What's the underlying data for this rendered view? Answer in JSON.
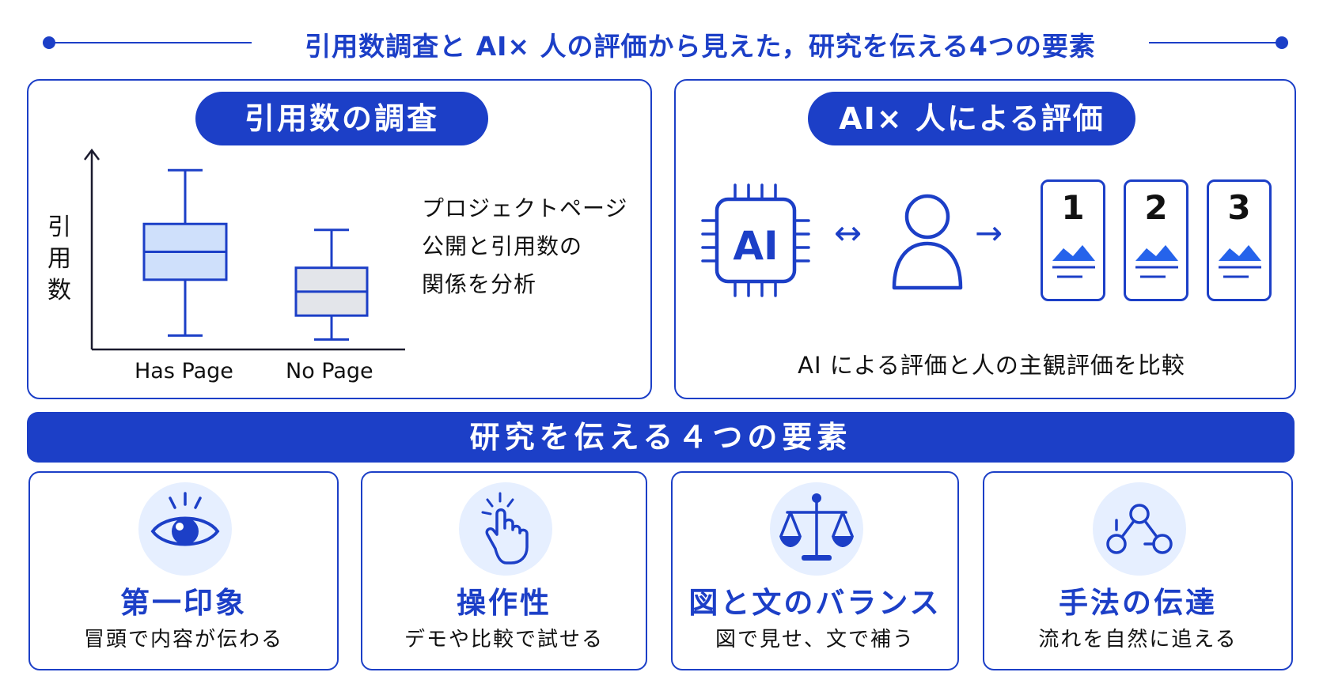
{
  "title": "引用数調査と AI× 人の評価から見えた，研究を伝える4つの要素",
  "colors": {
    "accent": "#1c3fc7",
    "box_has_page": "#cfe0fb",
    "box_no_page": "#e3e5ea",
    "icon_bg": "#e6efff"
  },
  "citation_panel": {
    "heading": "引用数の調査",
    "y_axis_chars": [
      "引",
      "用",
      "数"
    ],
    "description": [
      "プロジェクトページ",
      "公開と引用数の",
      "関係を分析"
    ],
    "chart_data": {
      "type": "box",
      "categories": [
        "Has Page",
        "No Page"
      ],
      "ylabel": "引用数",
      "boxes": [
        {
          "name": "Has Page",
          "min": 0.07,
          "q1": 0.35,
          "median": 0.49,
          "q3": 0.63,
          "max": 0.9
        },
        {
          "name": "No Page",
          "min": 0.05,
          "q1": 0.17,
          "median": 0.29,
          "q3": 0.41,
          "max": 0.6
        }
      ],
      "ylim": [
        0,
        1
      ]
    }
  },
  "ai_panel": {
    "heading": "AI× 人による評価",
    "chip_label": "AI",
    "arrows": [
      "↔",
      "→"
    ],
    "rank_labels": [
      "1",
      "2",
      "3"
    ],
    "caption": "AI による評価と人の主観評価を比較",
    "icons": [
      "ai-chip-icon",
      "person-icon",
      "image-icon"
    ]
  },
  "banner": {
    "label": "研究を伝える４つの要素"
  },
  "elements": [
    {
      "title": "第一印象",
      "desc": "冒頭で内容が伝わる",
      "icon": "eye-icon"
    },
    {
      "title": "操作性",
      "desc": "デモや比較で試せる",
      "icon": "pointer-hand-icon"
    },
    {
      "title": "図と文のバランス",
      "desc": "図で見せ、文で補う",
      "icon": "balance-scale-icon"
    },
    {
      "title": "手法の伝達",
      "desc": "流れを自然に追える",
      "icon": "flow-nodes-icon"
    }
  ]
}
